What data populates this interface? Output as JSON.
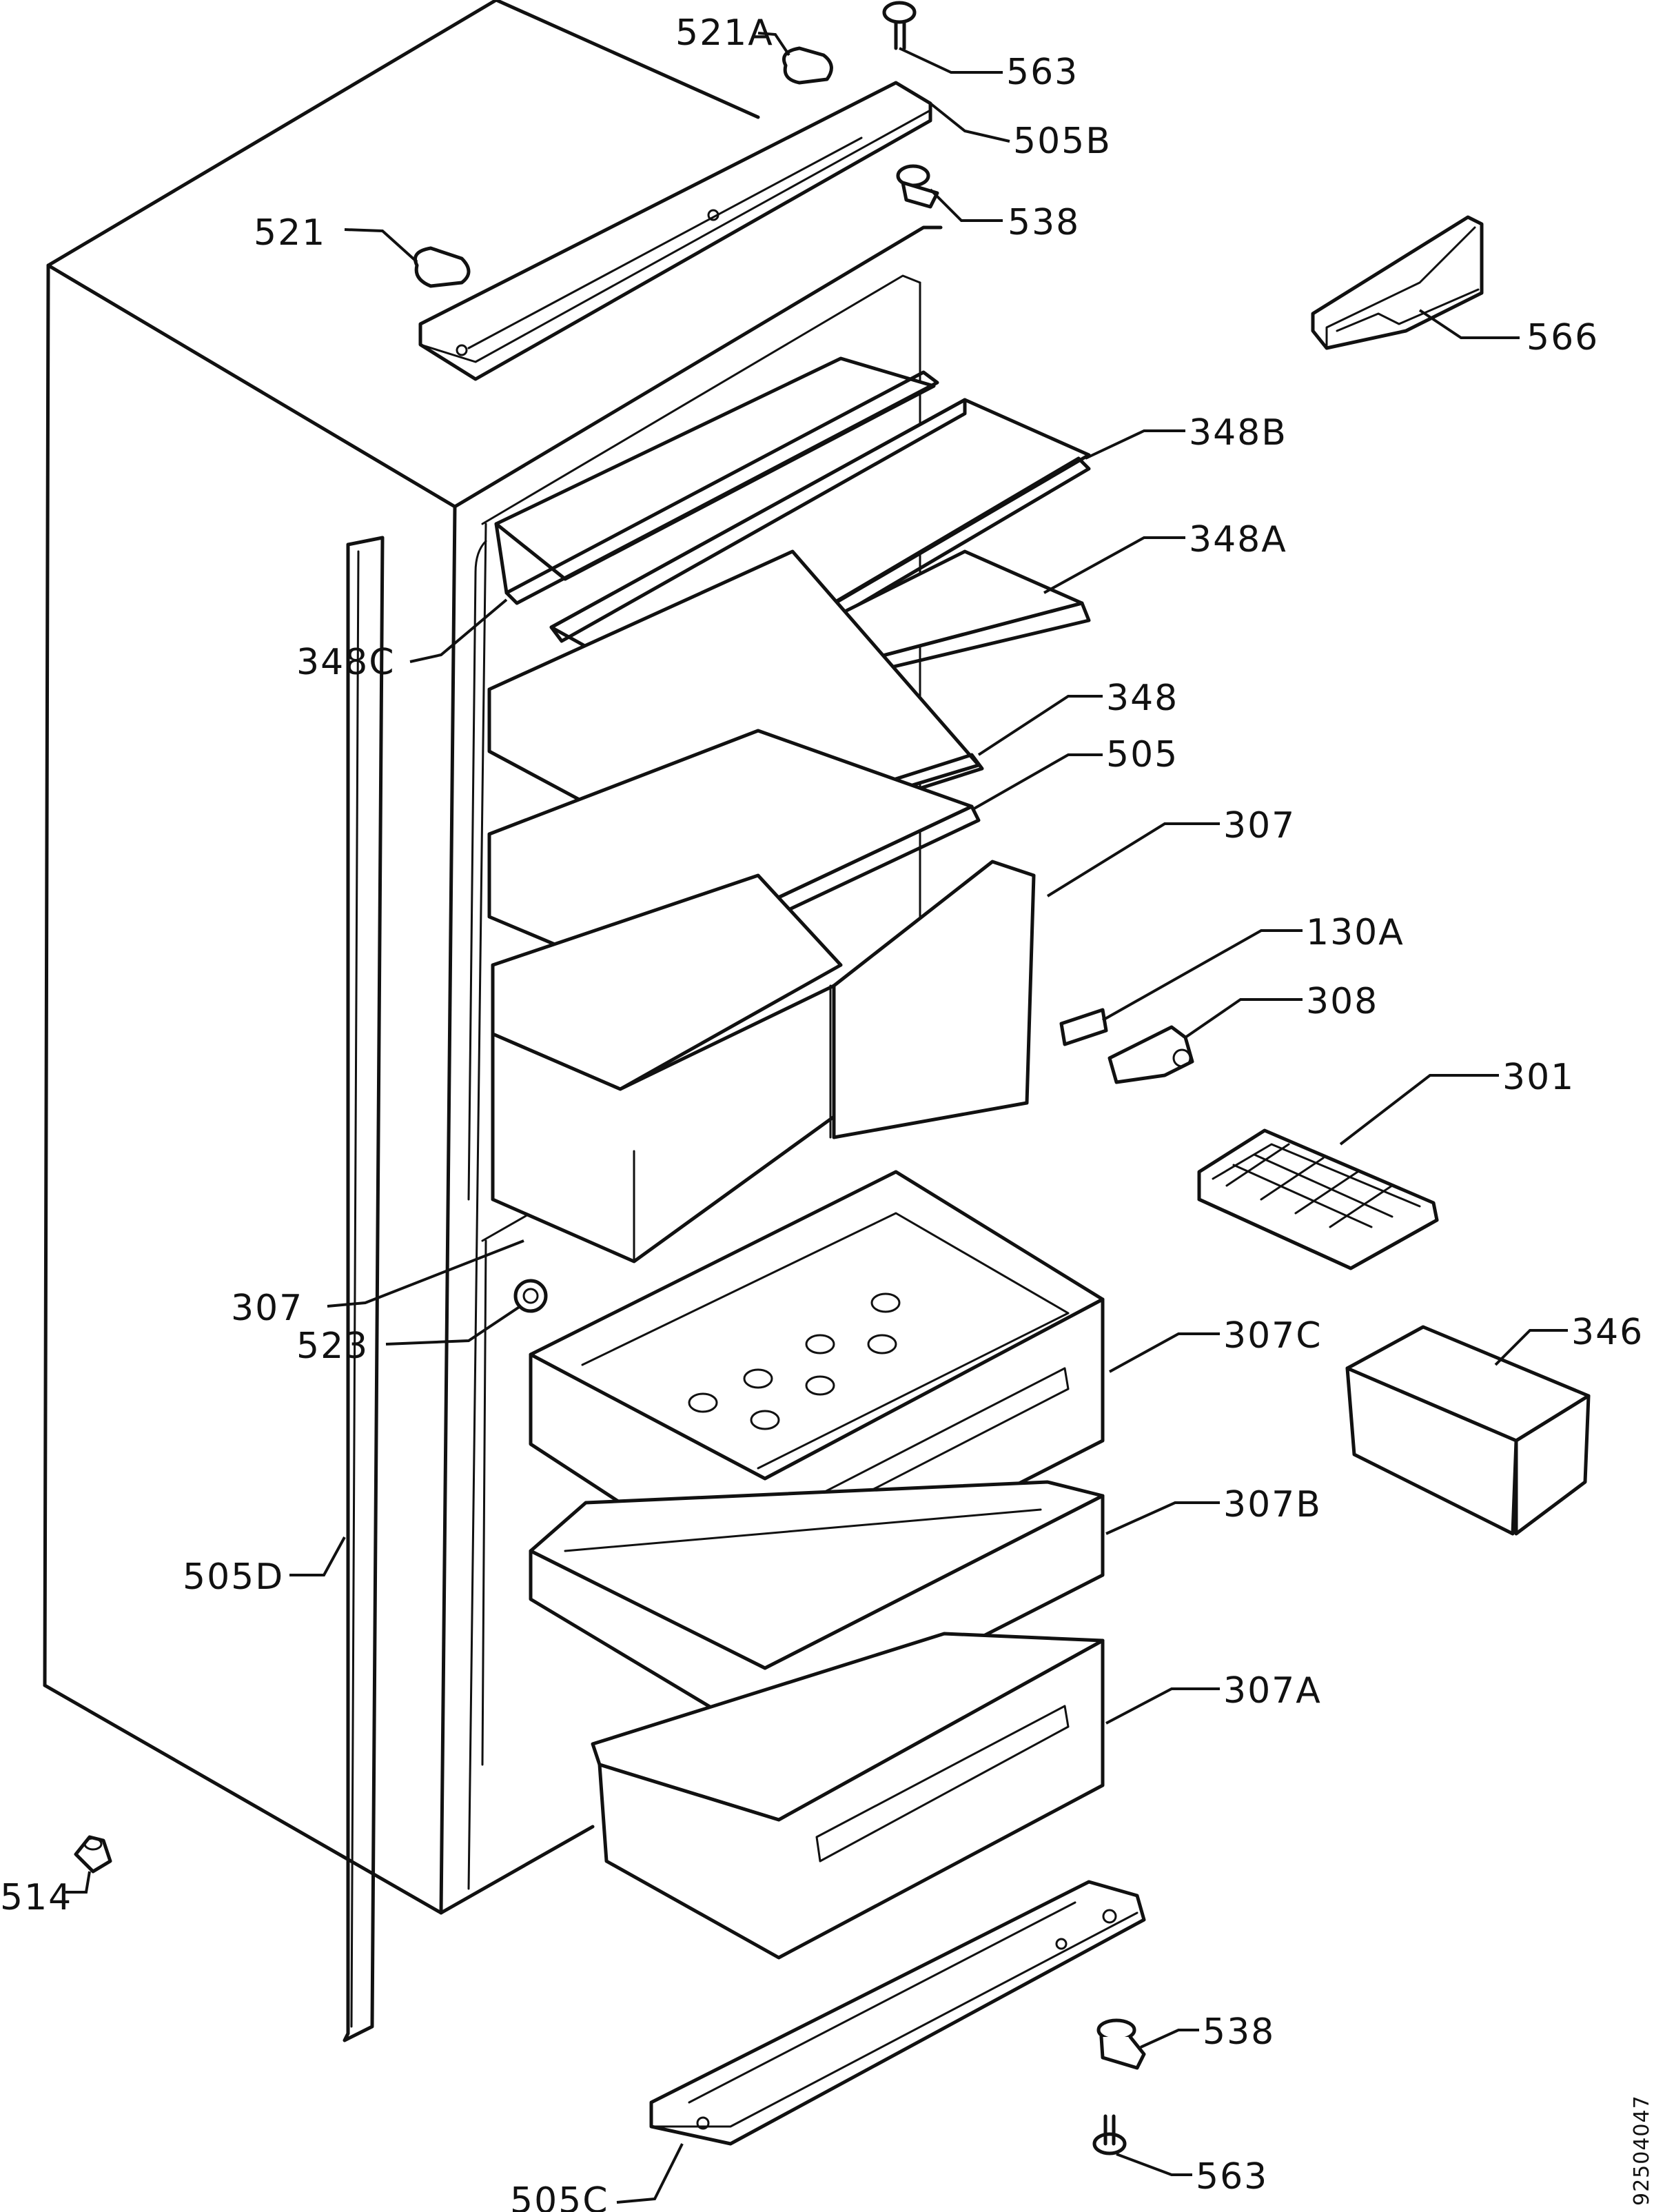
{
  "callouts": {
    "c_521a": "521A",
    "c_563_top": "563",
    "c_505b": "505B",
    "c_538_top": "538",
    "c_521": "521",
    "c_566": "566",
    "c_348b": "348B",
    "c_348a": "348A",
    "c_348c": "348C",
    "c_348": "348",
    "c_505": "505",
    "c_307_right": "307",
    "c_130a": "130A",
    "c_308": "308",
    "c_301": "301",
    "c_307_left": "307",
    "c_523": "523",
    "c_307c": "307C",
    "c_346": "346",
    "c_307b": "307B",
    "c_505d": "505D",
    "c_307a": "307A",
    "c_514": "514",
    "c_538_bottom": "538",
    "c_563_bottom": "563",
    "c_505c": "505C"
  },
  "document_number": "92504047"
}
